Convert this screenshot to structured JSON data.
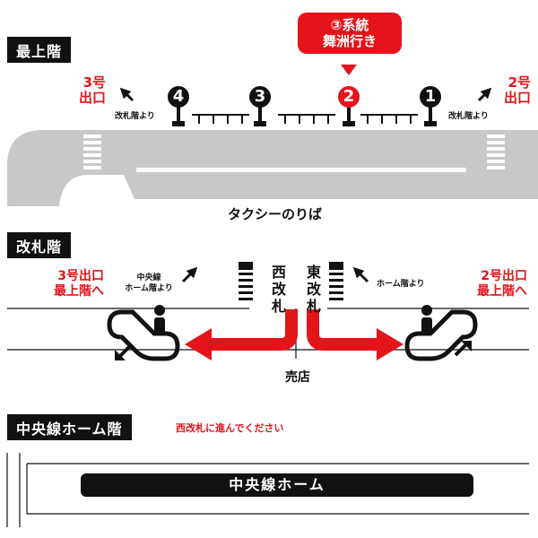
{
  "sections": {
    "top": "最上階",
    "ticket": "改札階",
    "platform": "中央線ホーム階"
  },
  "callout": {
    "line1": "③系統",
    "line2": "舞洲行き"
  },
  "top_floor": {
    "exit3": {
      "line1": "3号",
      "line2": "出口"
    },
    "exit2": {
      "line1": "2号",
      "line2": "出口"
    },
    "from_gate_left": "改札階より",
    "from_gate_right": "改札階より",
    "stops": [
      "4",
      "3",
      "2",
      "1"
    ],
    "taxi": "タクシーのりば"
  },
  "ticket_floor": {
    "exit3": {
      "line1": "3号出口",
      "line2": "最上階へ"
    },
    "exit2": {
      "line1": "2号出口",
      "line2": "最上階へ"
    },
    "from_platform_left": {
      "line1": "中央線",
      "line2": "ホーム階より"
    },
    "from_platform_right": "ホーム階より",
    "west_gate": [
      "西",
      "改",
      "札"
    ],
    "east_gate": [
      "東",
      "改",
      "札"
    ],
    "shop": "売店"
  },
  "platform_floor": {
    "instruction": "西改札に進んでください",
    "platform_name": "中央線ホーム"
  },
  "colors": {
    "accent": "#e4141b",
    "road": "#c8c8c8",
    "ink": "#111111"
  }
}
